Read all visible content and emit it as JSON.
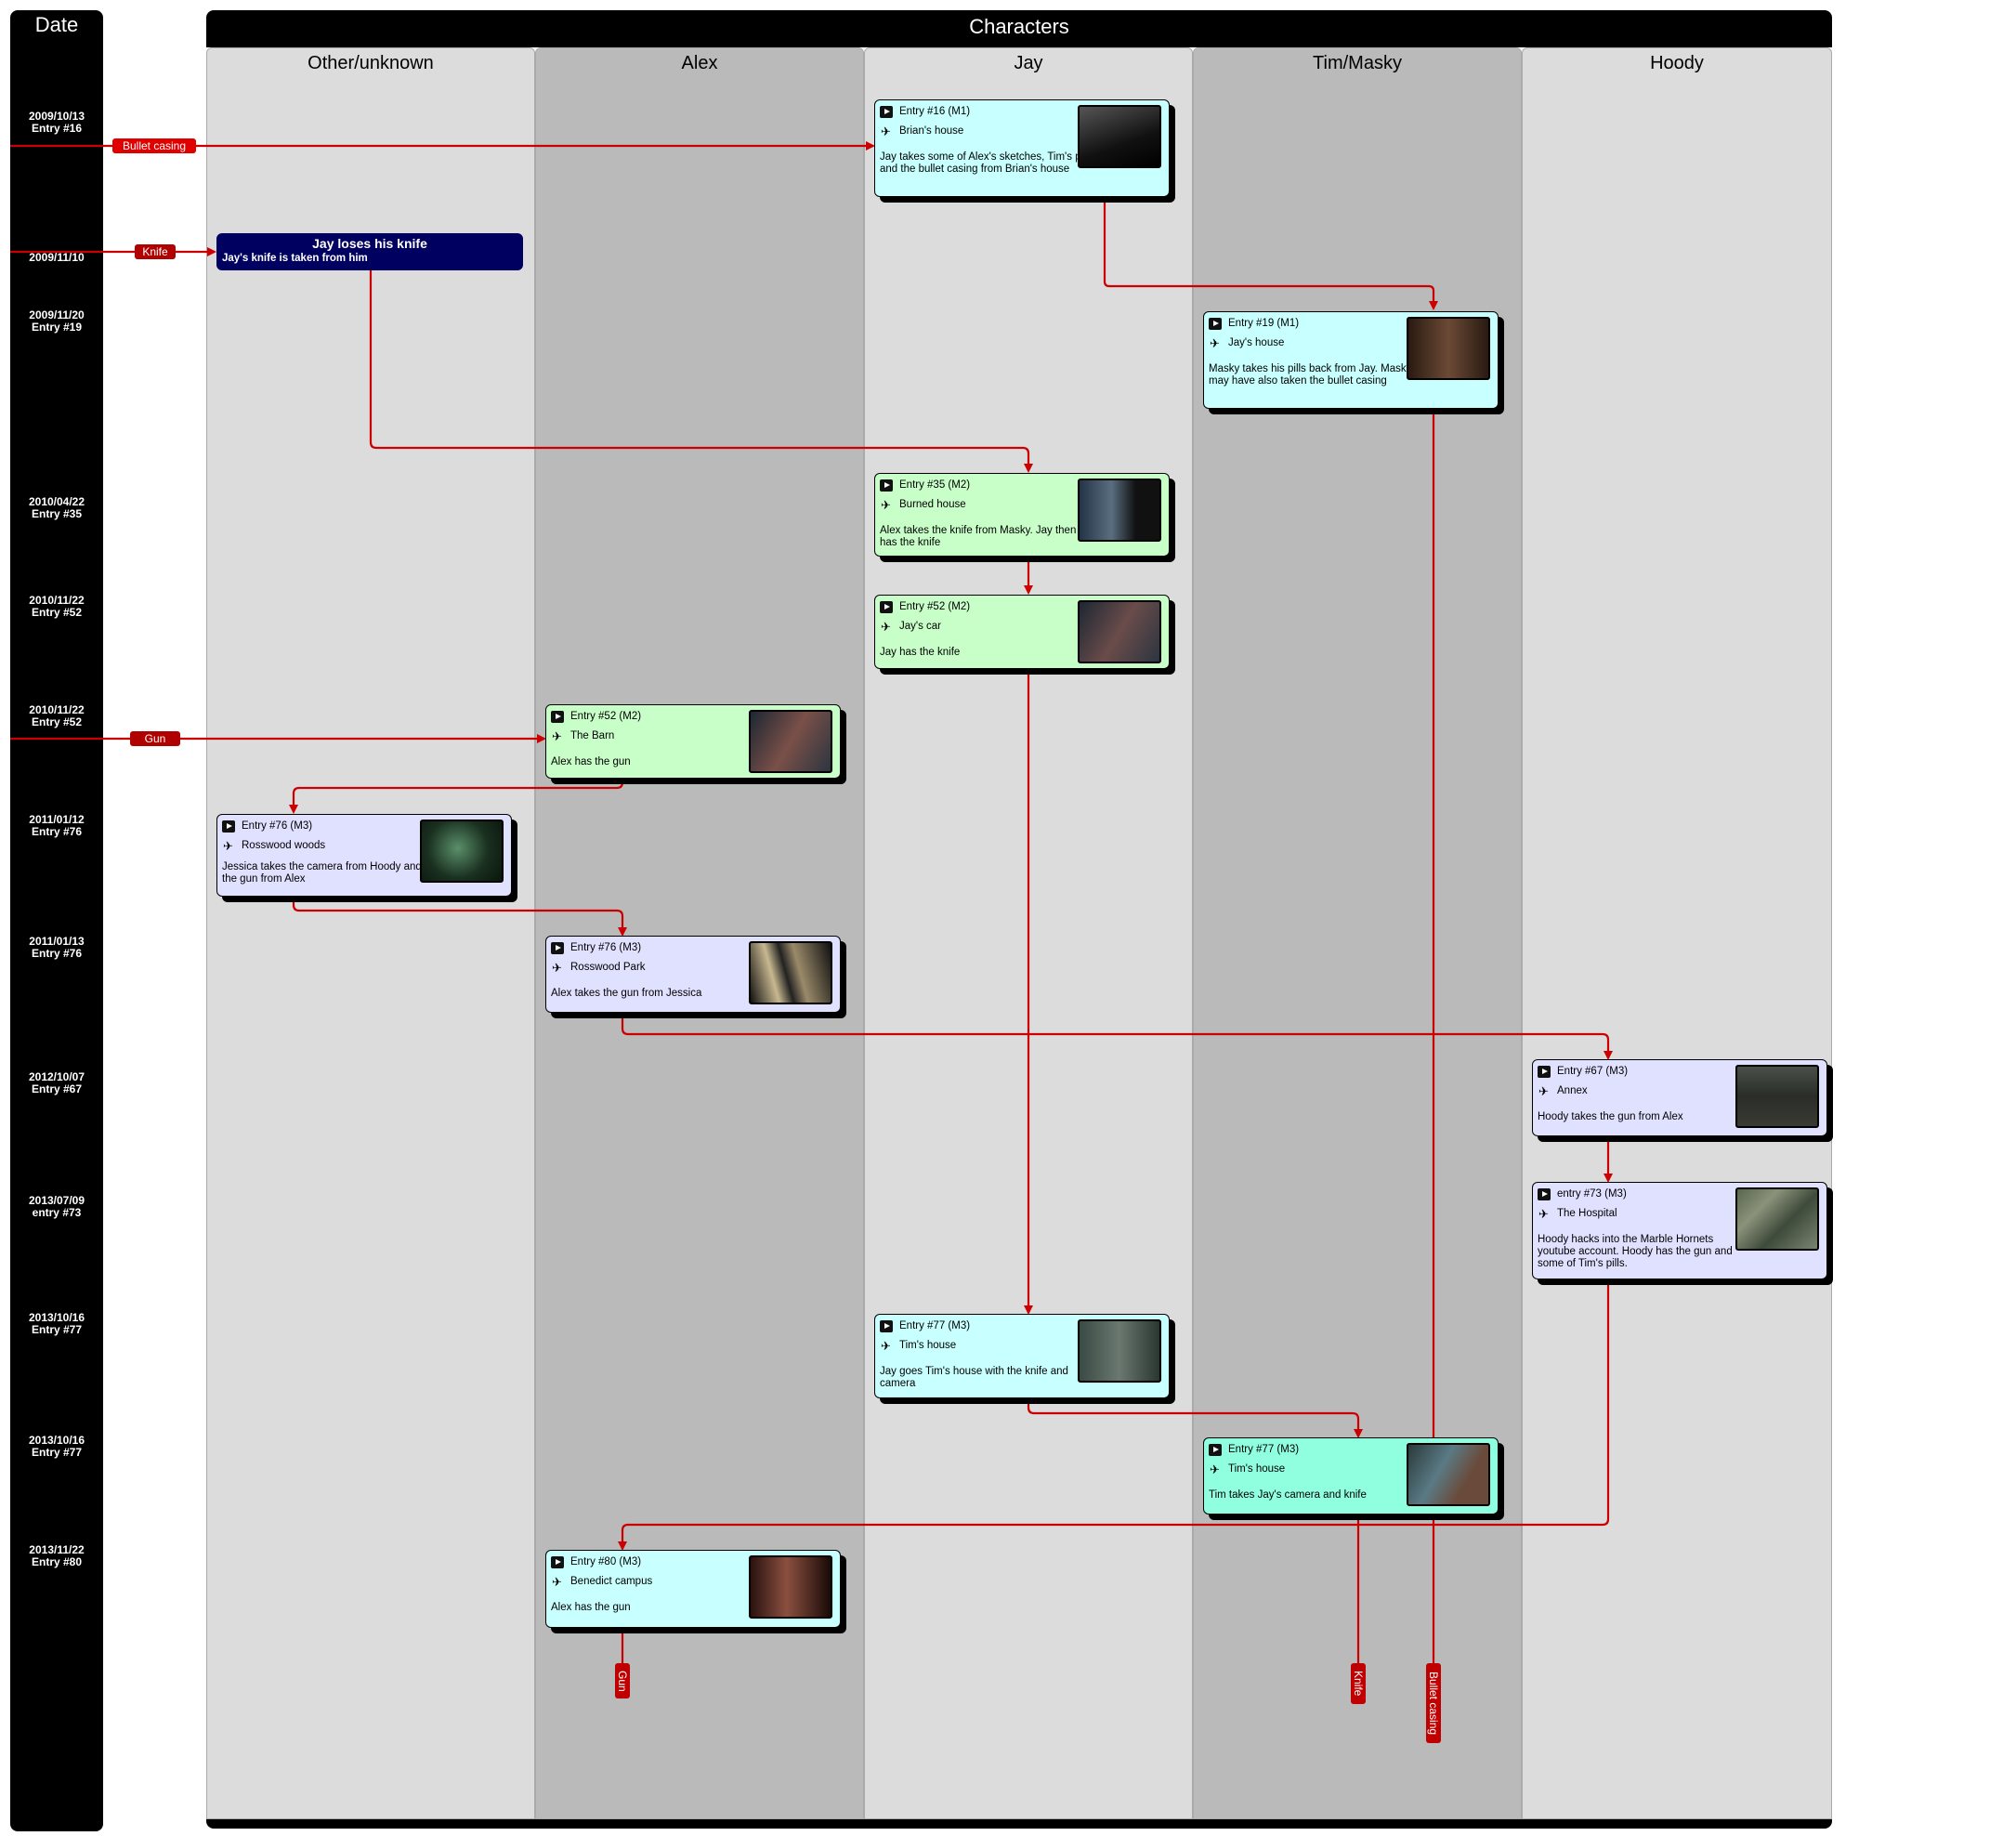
{
  "date_header": "Date",
  "characters_header": "Characters",
  "lanes": [
    "Other/unknown",
    "Alex",
    "Jay",
    "Tim/Masky",
    "Hoody"
  ],
  "dates": [
    {
      "date": "2009/10/13",
      "entry": "Entry #16"
    },
    {
      "date": "2009/11/10",
      "entry": ""
    },
    {
      "date": "2009/11/20",
      "entry": "Entry #19"
    },
    {
      "date": "2010/04/22",
      "entry": "Entry #35"
    },
    {
      "date": "2010/11/22",
      "entry": "Entry #52"
    },
    {
      "date": "2010/11/22",
      "entry": "Entry #52"
    },
    {
      "date": "2011/01/12",
      "entry": "Entry #76"
    },
    {
      "date": "2011/01/13",
      "entry": "Entry #76"
    },
    {
      "date": "2012/10/07",
      "entry": "Entry #67"
    },
    {
      "date": "2013/07/09",
      "entry": "entry #73"
    },
    {
      "date": "2013/10/16",
      "entry": "Entry #77"
    },
    {
      "date": "2013/10/16",
      "entry": "Entry #77"
    },
    {
      "date": "2013/11/22",
      "entry": "Entry #80"
    }
  ],
  "event": {
    "title": "Jay loses his knife",
    "subtitle": "Jay's knife is taken from him"
  },
  "cards": [
    {
      "id": "c16",
      "title": "Entry #16 (M1)",
      "location": "Brian's house",
      "description": "Jay takes some of Alex's sketches, Tim's pills and the bullet casing from Brian's house",
      "color": "#c8ffff"
    },
    {
      "id": "c19",
      "title": "Entry #19 (M1)",
      "location": "Jay's house",
      "description": "Masky takes his pills back from Jay. Masky may have also taken the bullet casing",
      "color": "#c8ffff"
    },
    {
      "id": "c35",
      "title": "Entry #35 (M2)",
      "location": "Burned house",
      "description": "Alex takes the knife from Masky.  Jay then has the knife",
      "color": "#c8ffc8"
    },
    {
      "id": "c52j",
      "title": "Entry #52 (M2)",
      "location": "Jay's car",
      "description": "Jay has the knife",
      "color": "#c8ffc8"
    },
    {
      "id": "c52a",
      "title": "Entry #52 (M2)",
      "location": "The Barn",
      "description": "Alex has the gun",
      "color": "#c8ffc8"
    },
    {
      "id": "c76o",
      "title": "Entry #76 (M3)",
      "location": "Rosswood woods",
      "description": "Jessica takes the camera from Hoody and the gun from Alex",
      "color": "#e0e0ff"
    },
    {
      "id": "c76a",
      "title": "Entry #76 (M3)",
      "location": "Rosswood Park",
      "description": "Alex takes the gun from Jessica",
      "color": "#e0e0ff"
    },
    {
      "id": "c67",
      "title": "Entry #67 (M3)",
      "location": "Annex",
      "description": "Hoody takes the gun from Alex",
      "color": "#e0e0ff"
    },
    {
      "id": "c73",
      "title": "entry #73 (M3)",
      "location": "The Hospital",
      "description": "Hoody hacks into the Marble Hornets youtube account.  Hoody has the gun and some of Tim's pills.",
      "color": "#e0e0ff"
    },
    {
      "id": "c77j",
      "title": "Entry #77 (M3)",
      "location": "Tim's house",
      "description": "Jay goes Tim's house with the knife and camera",
      "color": "#c8ffff"
    },
    {
      "id": "c77t",
      "title": "Entry #77 (M3)",
      "location": "Tim's house",
      "description": "Tim takes Jay's camera and knife",
      "color": "#90ffe0"
    },
    {
      "id": "c80",
      "title": "Entry #80 (M3)",
      "location": "Benedict campus",
      "description": "Alex has the gun",
      "color": "#c8ffff"
    }
  ],
  "item_tags": {
    "bullet_casing": "Bullet casing",
    "knife": "Knife",
    "gun": "Gun"
  },
  "end_tags": {
    "gun": "Gun",
    "knife": "Knife",
    "bullet_casing": "Bullet casing"
  },
  "icons": {
    "play": "play-icon",
    "location": "pin-icon"
  },
  "colors": {
    "arrow": "#cc0000",
    "lane_light": "#dcdcdc",
    "lane_dark": "#bababa",
    "event_bg": "#000060"
  }
}
